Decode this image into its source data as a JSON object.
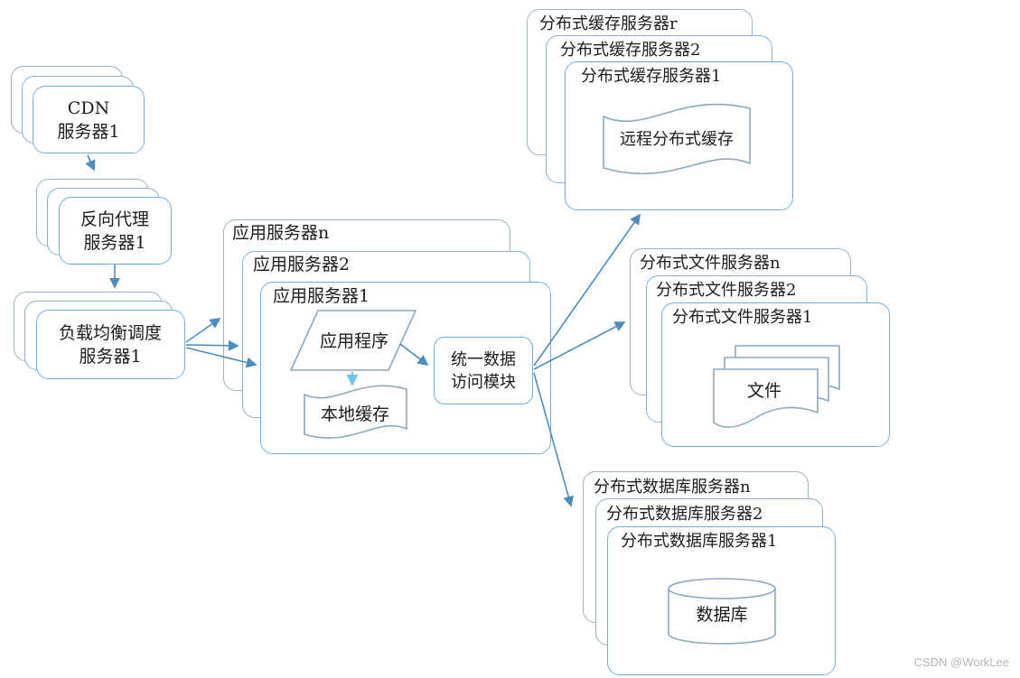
{
  "colors": {
    "box_border": "#8ab1d4",
    "box_border_back": "#9fb2c3",
    "box_border_front": "#74b0dd",
    "shape_stroke": "#8aa9c0",
    "arrow": "#4c8cbf",
    "arrow_light": "#6cc4ee",
    "text": "#1c1c1c",
    "watermark": "#b5b5b5"
  },
  "watermark": "CSDN @WorkLee",
  "nodes": {
    "cdn": {
      "line1": "CDN",
      "line2": "服务器1"
    },
    "reverse_proxy": {
      "line1": "反向代理",
      "line2": "服务器1"
    },
    "load_balancer": {
      "line1": "负载均衡调度",
      "line2": "服务器1"
    },
    "app_servers": {
      "labels": [
        "应用服务器n",
        "应用服务器2",
        "应用服务器1"
      ]
    },
    "app_program": {
      "label": "应用程序"
    },
    "local_cache": {
      "label": "本地缓存"
    },
    "data_access": {
      "line1": "统一数据",
      "line2": "访问模块"
    },
    "cache_servers": {
      "labels": [
        "分布式缓存服务器r",
        "分布式缓存服务器2",
        "分布式缓存服务器1"
      ],
      "inner": "远程分布式缓存"
    },
    "file_servers": {
      "labels": [
        "分布式文件服务器n",
        "分布式文件服务器2",
        "分布式文件服务器1"
      ],
      "inner": "文件"
    },
    "db_servers": {
      "labels": [
        "分布式数据库服务器n",
        "分布式数据库服务器2",
        "分布式数据库服务器1"
      ],
      "inner": "数据库"
    }
  }
}
